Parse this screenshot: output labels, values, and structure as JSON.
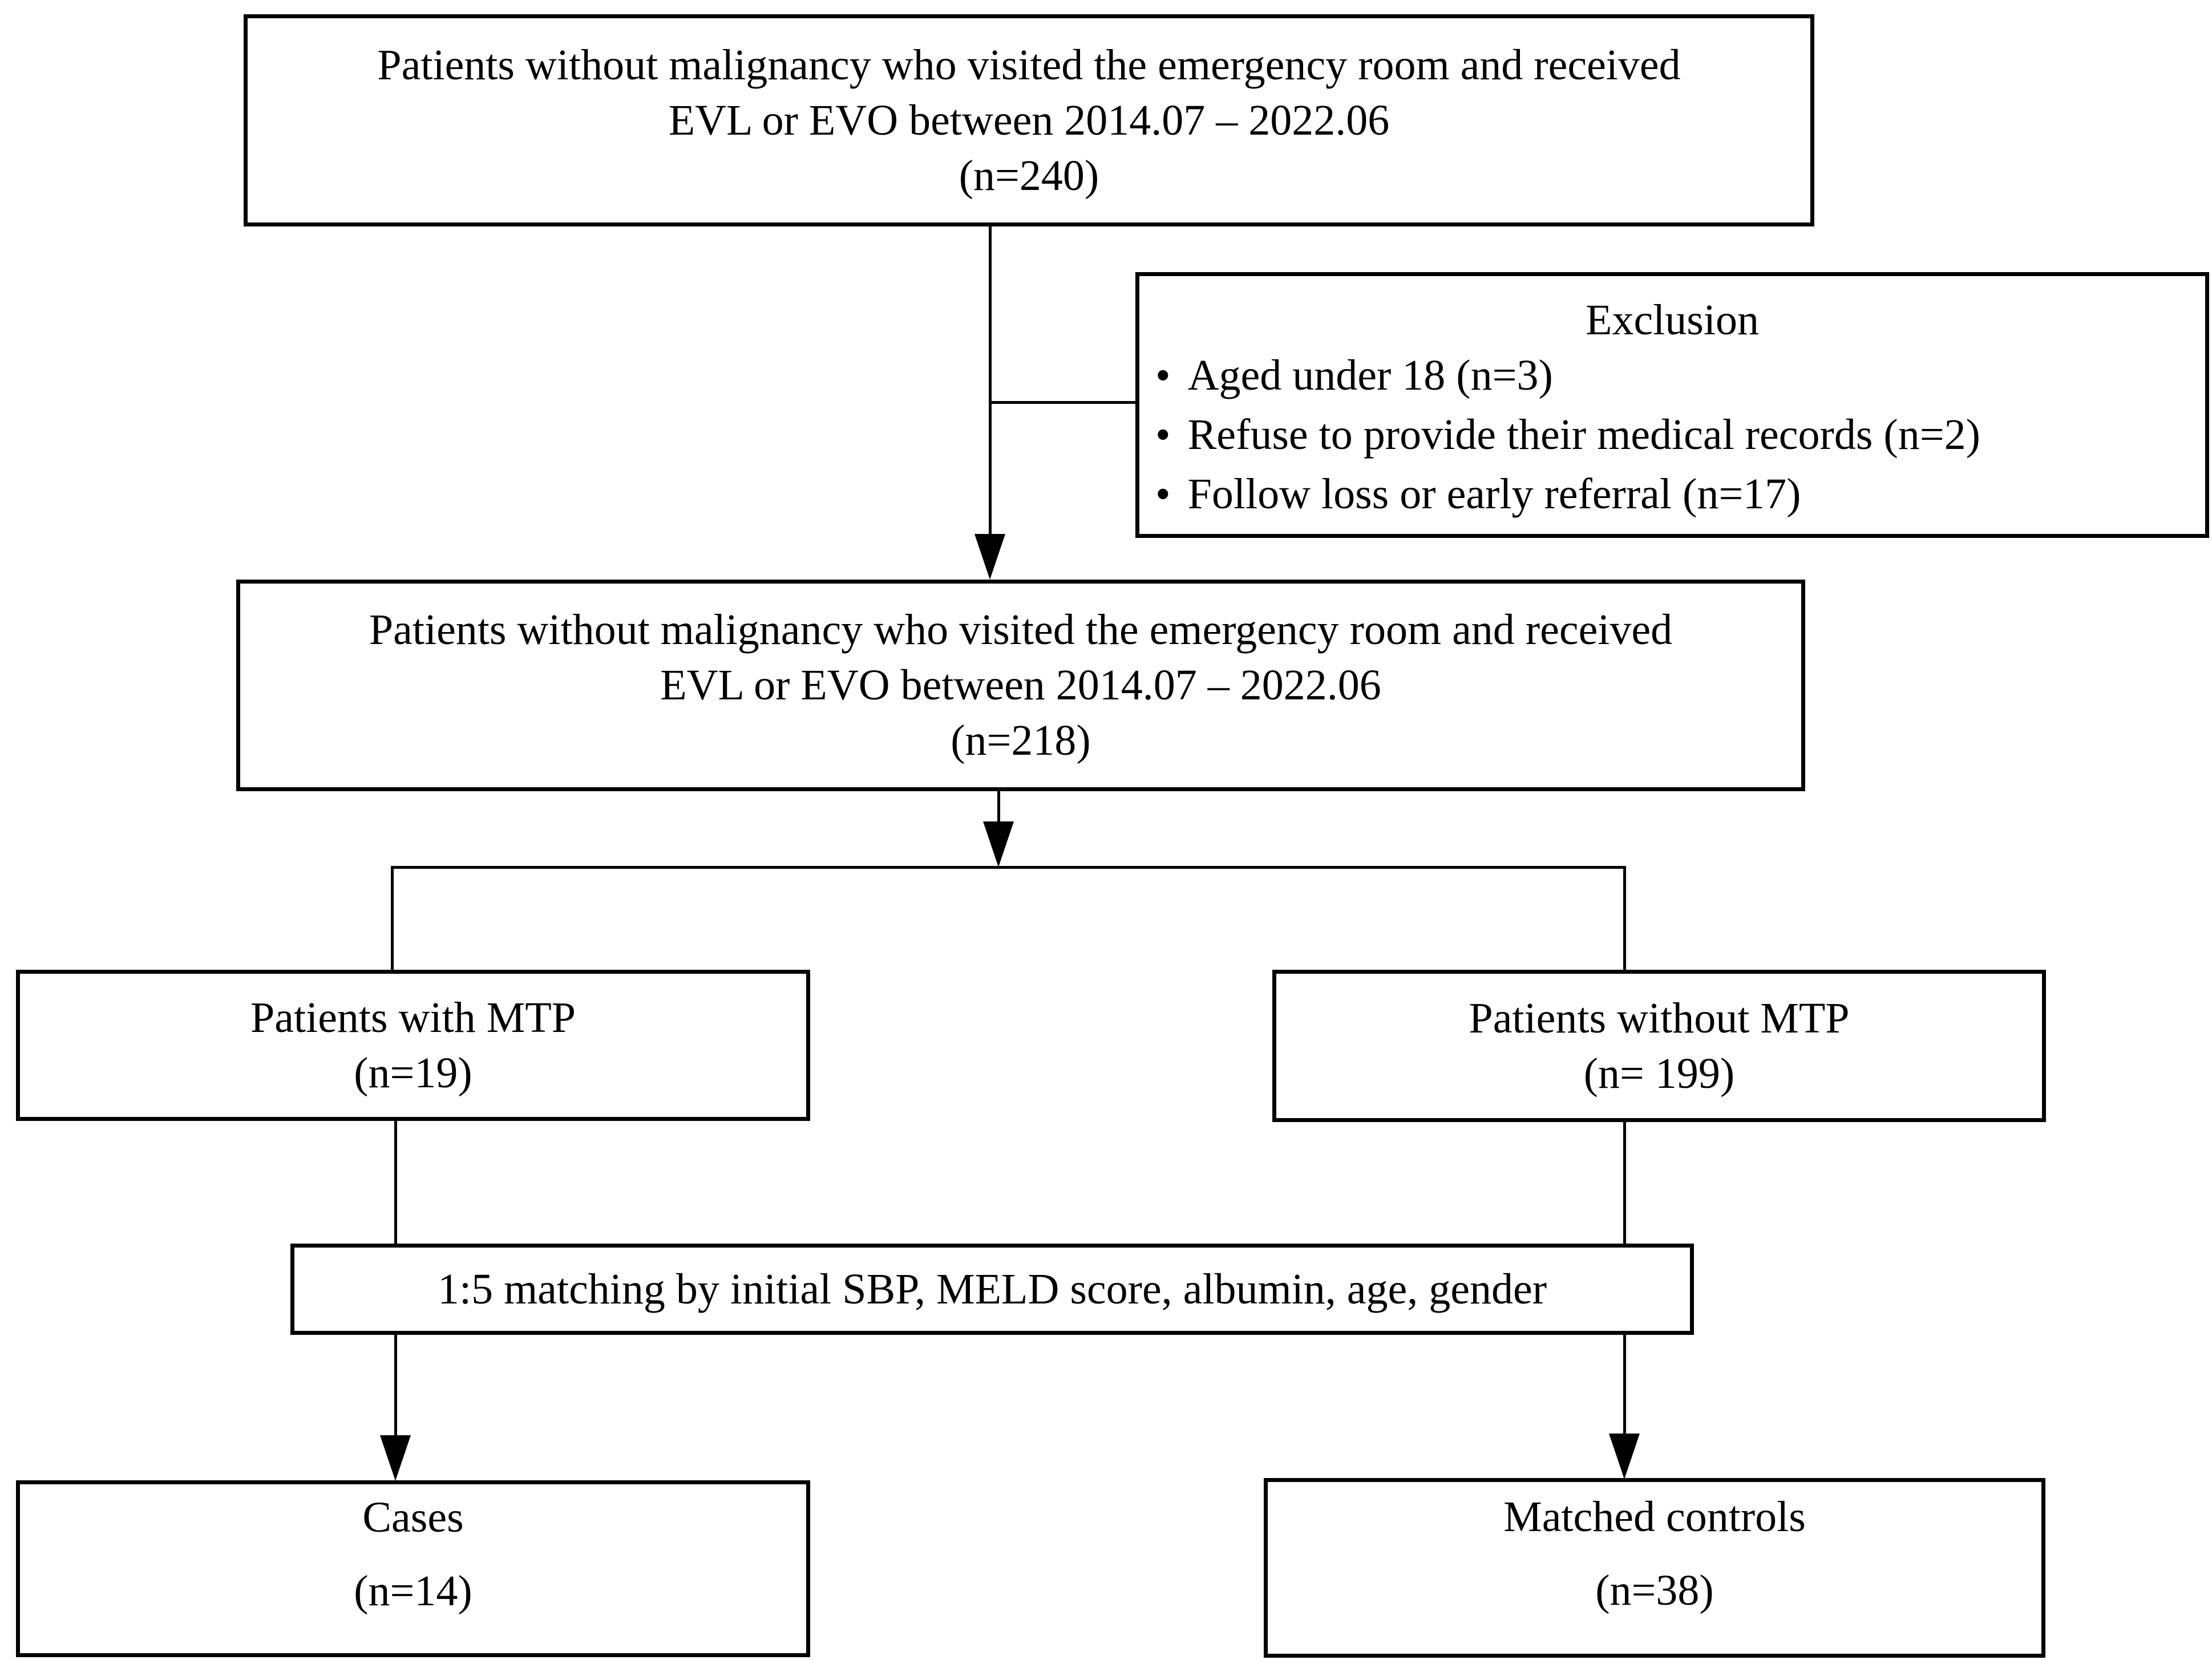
{
  "diagram": {
    "background": "#ffffff",
    "ink": "#000000"
  },
  "boxes": {
    "cohort_initial": {
      "lines": [
        "Patients without malignancy who visited the emergency room and received",
        "EVL or EVO between 2014.07 – 2022.06",
        "(n=240)"
      ]
    },
    "exclusion": {
      "title": "Exclusion",
      "bullet": "•",
      "items": [
        "Aged under 18 (n=3)",
        "Refuse to provide their medical records (n=2)",
        "Follow loss or early referral (n=17)"
      ]
    },
    "cohort_filtered": {
      "lines": [
        "Patients without malignancy who visited the emergency room and received",
        "EVL or EVO between 2014.07 – 2022.06",
        "(n=218)"
      ]
    },
    "with_mtp": {
      "lines": [
        "Patients with MTP",
        "(n=19)"
      ]
    },
    "without_mtp": {
      "lines": [
        "Patients without MTP",
        "(n= 199)"
      ]
    },
    "matching": {
      "label": "1:5 matching by initial SBP, MELD score, albumin, age, gender"
    },
    "cases": {
      "lines": [
        "Cases",
        "(n=14)"
      ]
    },
    "matched_controls": {
      "lines": [
        "Matched controls",
        "(n=38)"
      ]
    }
  }
}
